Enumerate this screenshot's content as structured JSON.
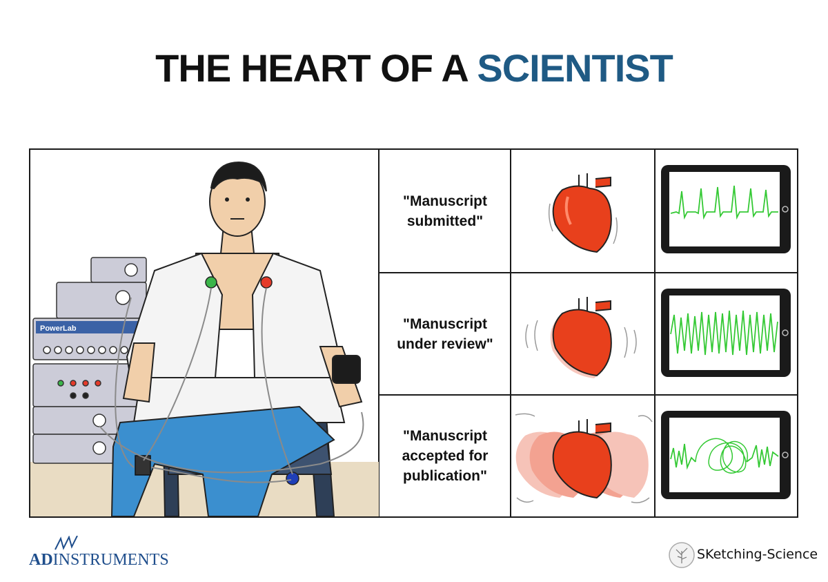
{
  "title": {
    "part1": "THE HEART OF A ",
    "part2": "SCIENTIST",
    "accent_color": "#1f5a84"
  },
  "device": {
    "brand_label": "PowerLab"
  },
  "rows": [
    {
      "label_line1": "\"Manuscript",
      "label_line2": "submitted\"",
      "label_line3": ""
    },
    {
      "label_line1": "\"Manuscript",
      "label_line2": "under review\"",
      "label_line3": ""
    },
    {
      "label_line1": "\"Manuscript",
      "label_line2": "accepted for",
      "label_line3": "publication\""
    }
  ],
  "colors": {
    "heart": "#e8401c",
    "ecg_trace": "#34c934",
    "tablet_frame": "#1a1a1a",
    "shirt": "#f4f4f4",
    "jeans": "#3b8fcf"
  },
  "logos": {
    "left_bold": "AD",
    "left_rest": "INSTRUMENTS",
    "right": "SKetching-Science"
  }
}
